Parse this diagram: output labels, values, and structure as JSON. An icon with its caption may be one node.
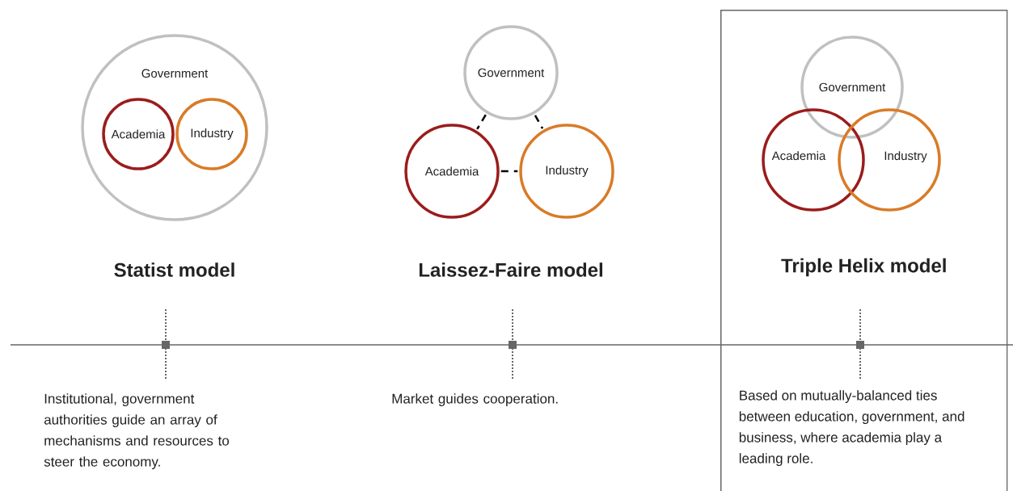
{
  "diagram": {
    "nodes": [
      {
        "text": [
          "Government"
        ]
      },
      {
        "text": [
          "Academia"
        ],
        "in": 0
      },
      {
        "text": [
          "Industry"
        ],
        "in": 0
      },
      {
        "text": [
          "Government"
        ]
      },
      {
        "text": [
          "Academia"
        ]
      },
      {
        "text": [
          "Industry"
        ]
      },
      {
        "text": [
          "Triple Helix model",
          "Based on mutually-balanced ties between education, government, and business, where academia play a leading role."
        ]
      },
      {
        "text": [
          "Government"
        ],
        "in": 6
      },
      {
        "text": [
          "Academia"
        ],
        "in": 6
      },
      {
        "text": [
          "Industry"
        ],
        "in": 6
      }
    ],
    "edges": [
      {
        "from": 3,
        "to": 4,
        "arrow": "none",
        "style": "dashed"
      },
      {
        "from": 3,
        "to": 5,
        "arrow": "none",
        "style": "dashed"
      },
      {
        "from": 4,
        "to": 5,
        "arrow": "none",
        "style": "dashed"
      }
    ],
    "labels": [
      "Statist model",
      "Laissez-Faire model",
      "Institutional, government authorities guide an array of mechanisms and resources to steer the economy.",
      "Market guides cooperation."
    ]
  }
}
